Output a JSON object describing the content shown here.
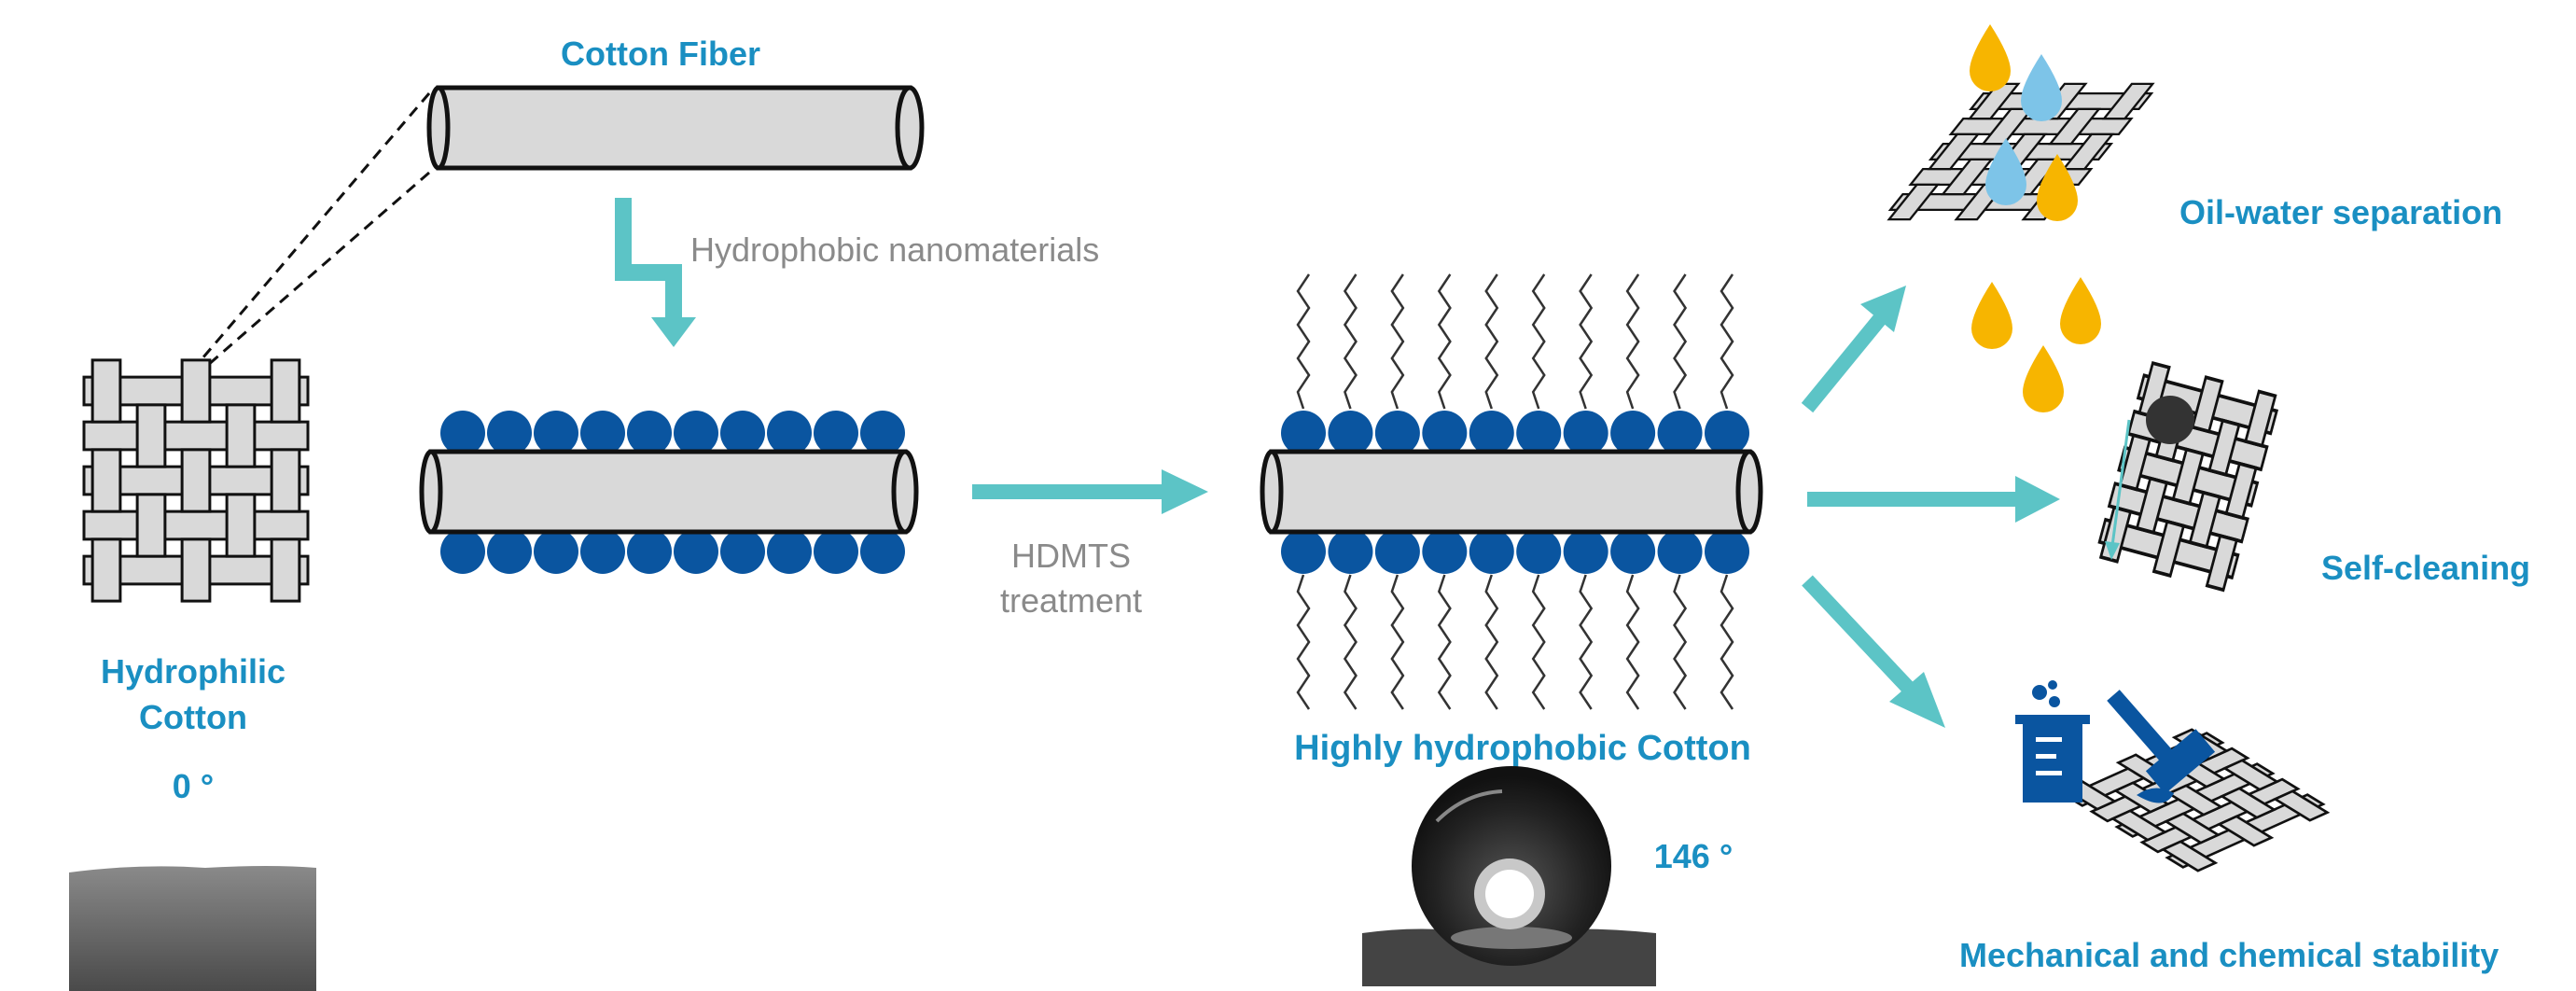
{
  "colors": {
    "accent_blue": "#1a8fc2",
    "nano_blue": "#0a55a0",
    "arrow_teal": "#5cc4c6",
    "gray_text": "#8a8a8a",
    "fiber_fill": "#d9d9d9",
    "oil_yellow": "#f7b500",
    "water_blue": "#7dc4e8"
  },
  "labels": {
    "cotton_fiber": "Cotton Fiber",
    "hydrophobic_nanomaterials": "Hydrophobic nanomaterials",
    "hdmts_line1": "HDMTS",
    "hdmts_line2": "treatment",
    "hydrophilic_line1": "Hydrophilic",
    "hydrophilic_line2": "Cotton",
    "angle_hydrophilic": "0 °",
    "highly_hydrophobic": "Highly hydrophobic Cotton",
    "angle_hydrophobic": "146 °",
    "oil_water": "Oil-water separation",
    "self_cleaning": "Self-cleaning",
    "mech_chem": "Mechanical and chemical stability"
  },
  "icons": [
    "cotton-weave-icon",
    "water-droplet-icon",
    "oil-droplet-icon",
    "beaker-icon",
    "hammer-icon",
    "dirt-particle-icon"
  ],
  "counts": {
    "nanoparticles_per_row": 10
  }
}
